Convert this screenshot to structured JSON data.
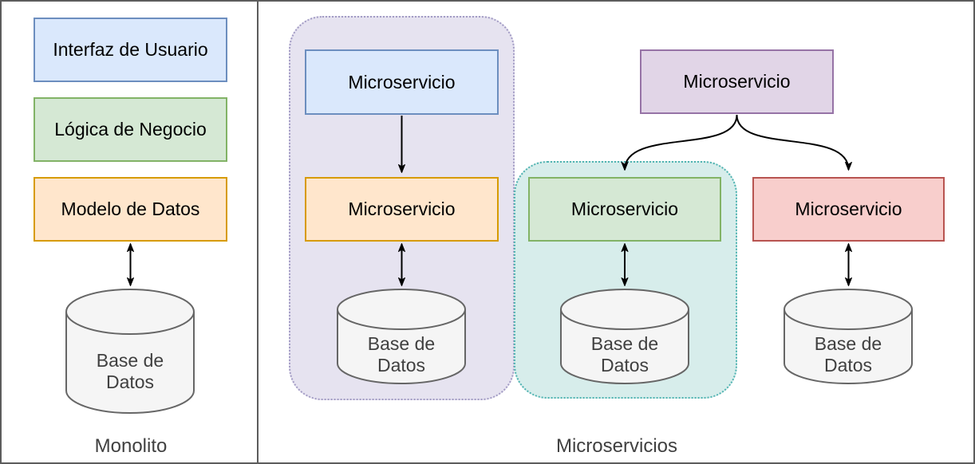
{
  "diagram": {
    "left_panel": {
      "caption": "Monolito",
      "boxes": [
        {
          "label": "Interfaz de Usuario",
          "fill": "#dae8fc",
          "border": "#6c8ebf"
        },
        {
          "label": "Lógica de Negocio",
          "fill": "#d5e8d4",
          "border": "#82b366"
        },
        {
          "label": "Modelo de Datos",
          "fill": "#ffe6cc",
          "border": "#d79b00"
        }
      ],
      "database": {
        "label": "Base de Datos"
      }
    },
    "right_panel": {
      "caption": "Microservicios",
      "services": [
        {
          "label": "Microservicio",
          "fill": "#dae8fc",
          "border": "#6c8ebf"
        },
        {
          "label": "Microservicio",
          "fill": "#ffe6cc",
          "border": "#d79b00"
        },
        {
          "label": "Microservicio",
          "fill": "#d5e8d4",
          "border": "#82b366"
        },
        {
          "label": "Microservicio",
          "fill": "#e1d5e7",
          "border": "#9673a6"
        },
        {
          "label": "Microservicio",
          "fill": "#f8cecc",
          "border": "#b85450"
        }
      ],
      "databases": [
        {
          "label": "Base de Datos"
        },
        {
          "label": "Base de Datos"
        },
        {
          "label": "Base de Datos"
        }
      ],
      "groups": [
        {
          "name": "purple-group",
          "fill": "#e6e3f0",
          "border": "#a29bc4"
        },
        {
          "name": "teal-group",
          "fill": "#d7edeb",
          "border": "#4fb3b1"
        }
      ]
    },
    "frame": {
      "border_color": "#5c5c5c",
      "divider_color": "#5c5c5c",
      "background": "#ffffff"
    },
    "cylinder_style": {
      "fill": "#f5f5f5",
      "border": "#666666",
      "text_color": "#404040"
    },
    "arrow_color": "#000000"
  }
}
